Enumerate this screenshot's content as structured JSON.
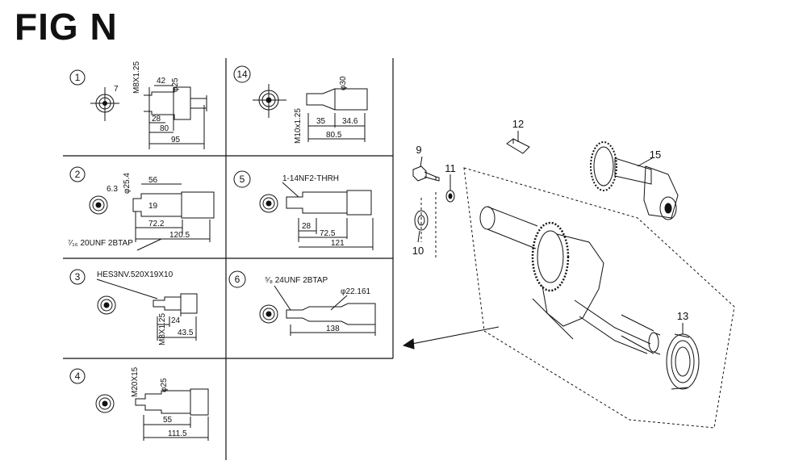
{
  "figure": {
    "title": "FIG N"
  },
  "panels": [
    {
      "no": "1",
      "labels": [
        "7",
        "M8X1.25",
        "42",
        "φ25",
        "28",
        "80",
        "95"
      ]
    },
    {
      "no": "14",
      "labels": [
        "φ30",
        "M10x1.25",
        "35",
        "34.6",
        "80.5"
      ]
    },
    {
      "no": "2",
      "labels": [
        "6.3",
        "φ25.4",
        "56",
        "19",
        "72.2",
        "120.5",
        "⁷⁄₁₆ 20UNF 2BTAP"
      ]
    },
    {
      "no": "5",
      "labels": [
        "1-14NF2-THRH",
        "28",
        "72.5",
        "121"
      ]
    },
    {
      "no": "3",
      "labels": [
        "HES3NV.520X19X10",
        "M8X1.25",
        "24",
        "43.5"
      ]
    },
    {
      "no": "6",
      "labels": [
        "⁵⁄₈ 24UNF 2BTAP",
        "φ22.161",
        "138"
      ]
    },
    {
      "no": "4",
      "labels": [
        "M20X15",
        "φ25",
        "55",
        "111.5"
      ]
    }
  ],
  "callouts": [
    "9",
    "11",
    "12",
    "15",
    "10",
    "13"
  ]
}
